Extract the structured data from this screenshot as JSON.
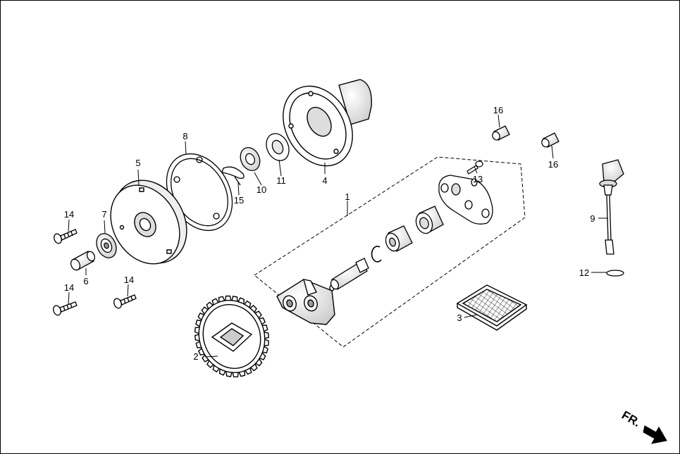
{
  "diagram": {
    "callouts": {
      "c1": "1",
      "c2": "2",
      "c3": "3",
      "c4": "4",
      "c5": "5",
      "c6": "6",
      "c7": "7",
      "c8": "8",
      "c9": "9",
      "c10": "10",
      "c11": "11",
      "c12": "12",
      "c13": "13",
      "c14a": "14",
      "c14b": "14",
      "c14c": "14",
      "c15": "15",
      "c16a": "16",
      "c16b": "16"
    },
    "direction_marker": "FR."
  }
}
